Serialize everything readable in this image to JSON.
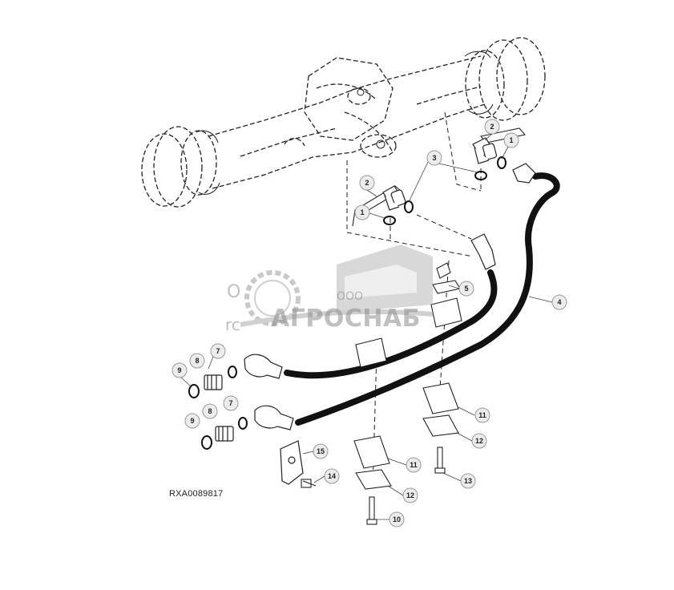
{
  "diagram": {
    "reference_code": "RXA0089817",
    "callouts": [
      "1",
      "2",
      "3",
      "4",
      "5",
      "7",
      "8",
      "9",
      "10",
      "11",
      "12",
      "13",
      "14",
      "15"
    ]
  },
  "watermark": {
    "company_prefix": "ООО",
    "company_name": "АГРОСНАБ",
    "fragment_1": "O",
    "fragment_2": "rc"
  },
  "colors": {
    "line": "#222222",
    "hose": "#111111",
    "watermark": "#8c8c8c"
  }
}
